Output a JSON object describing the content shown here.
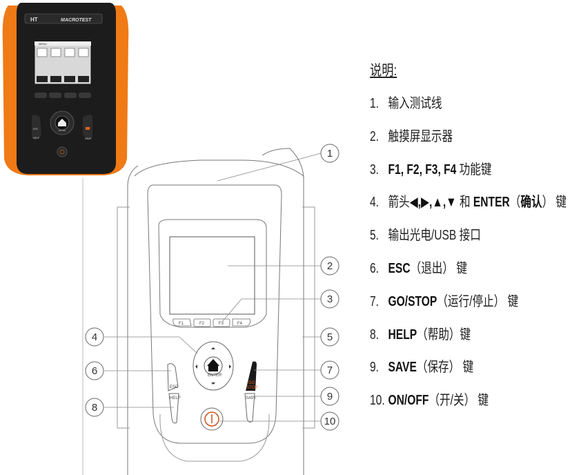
{
  "photo": {
    "brand": "HT",
    "model": "MACROTEST",
    "screen_title": "MENU",
    "keys": {
      "esc": "ESC",
      "help": "HELP",
      "enter": "ENTER",
      "save": "SAVE"
    }
  },
  "diagram": {
    "fkeys": [
      "F1",
      "F2",
      "F3",
      "F4"
    ],
    "esc": "ESC",
    "help": "HELP",
    "enter": "ENTER",
    "go": "GO",
    "stop": "STOP",
    "save": "SAVE",
    "callouts": [
      "1",
      "2",
      "3",
      "4",
      "5",
      "6",
      "7",
      "8",
      "9",
      "10"
    ]
  },
  "legend": {
    "title": "说明:",
    "items": [
      {
        "num": "1.",
        "parts": [
          {
            "t": "输入测试线"
          }
        ]
      },
      {
        "num": "2.",
        "parts": [
          {
            "t": "触摸屏显示器"
          }
        ]
      },
      {
        "num": "3.",
        "parts": [
          {
            "t": "F1, F2, F3, F4",
            "b": true
          },
          {
            "t": " 功能键"
          }
        ]
      },
      {
        "num": "4.",
        "parts": [
          {
            "t": "箭头"
          },
          {
            "t": "◀,▶,▲,▼",
            "b": true
          },
          {
            "t": " 和 "
          },
          {
            "t": "ENTER",
            "b": true
          },
          {
            "t": "（"
          },
          {
            "t": "确认",
            "b": true
          },
          {
            "t": "） 键"
          }
        ]
      },
      {
        "num": "5.",
        "parts": [
          {
            "t": "输出光电/USB 接口"
          }
        ]
      },
      {
        "num": "6.",
        "parts": [
          {
            "t": "ESC",
            "b": true
          },
          {
            "t": "（退出） 键"
          }
        ]
      },
      {
        "num": "7.",
        "parts": [
          {
            "t": "GO/STOP",
            "b": true
          },
          {
            "t": "（运行/停止） 键"
          }
        ]
      },
      {
        "num": "8.",
        "parts": [
          {
            "t": "HELP",
            "b": true
          },
          {
            "t": "（帮助）键"
          }
        ]
      },
      {
        "num": "9.",
        "parts": [
          {
            "t": "SAVE",
            "b": true
          },
          {
            "t": "（保存） 键"
          }
        ]
      },
      {
        "num": "10.",
        "parts": [
          {
            "t": "ON/OFF",
            "b": true
          },
          {
            "t": "（开/关） 键"
          }
        ]
      }
    ]
  }
}
